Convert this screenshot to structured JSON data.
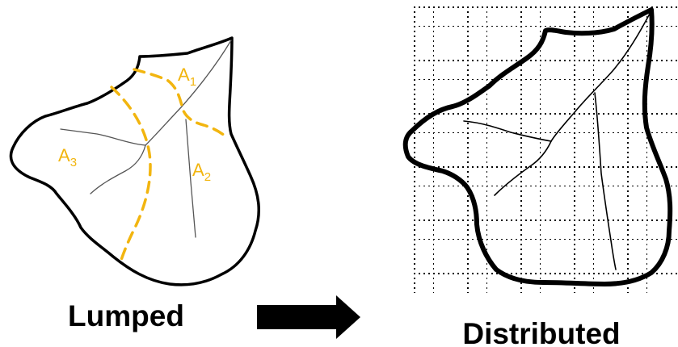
{
  "lumped": {
    "caption": "Lumped",
    "zones": [
      {
        "letter": "A",
        "index": "1"
      },
      {
        "letter": "A",
        "index": "2"
      },
      {
        "letter": "A",
        "index": "3"
      }
    ]
  },
  "distributed": {
    "caption": "Distributed"
  },
  "colors": {
    "outline": "#000000",
    "stream": "#555555",
    "divider": "#f2b50f",
    "zone_label": "#f2b50f",
    "grid_dot": "#000000",
    "arrow": "#000000"
  }
}
